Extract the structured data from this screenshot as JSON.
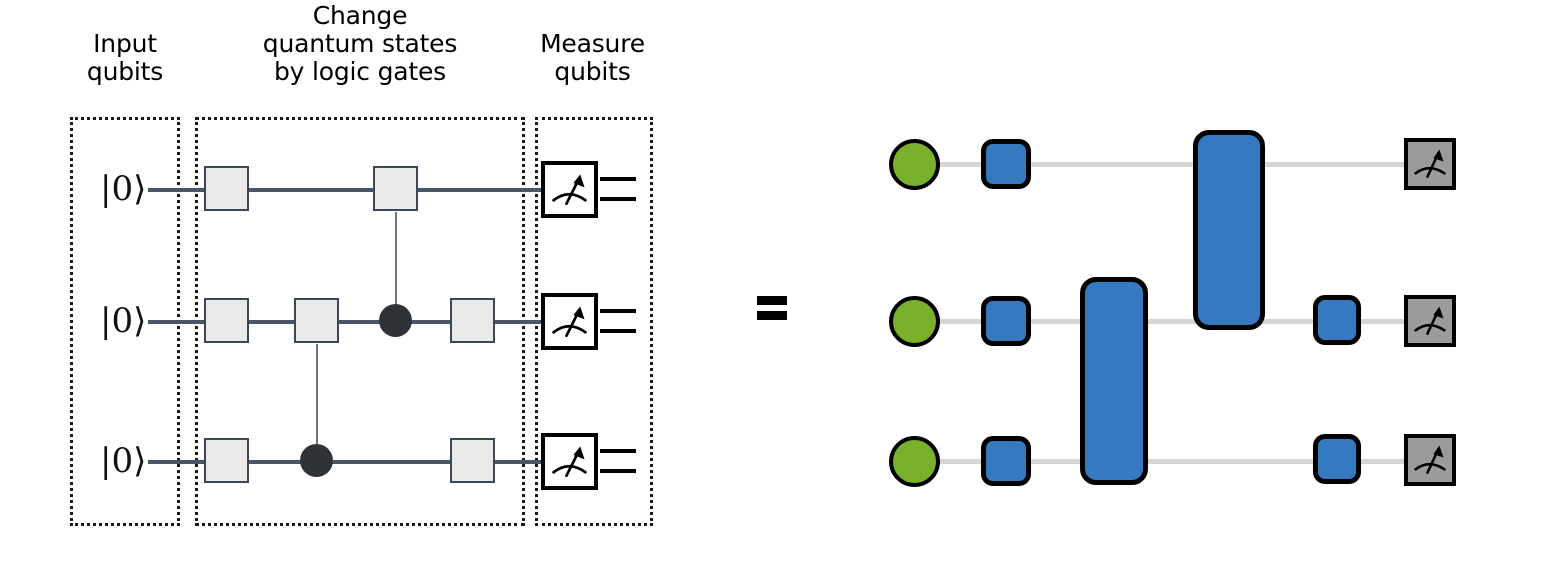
{
  "figure": {
    "type": "quantum-circuit-diagram",
    "equivalence_symbol": "="
  },
  "sections": [
    {
      "id": "input",
      "label": "Input\nqubits",
      "line1": "Input",
      "line2": "qubits",
      "line3": ""
    },
    {
      "id": "change",
      "label": "Change\nquantum states\nby logic gates",
      "line1": "Change",
      "line2": "quantum states",
      "line3": "by logic gates"
    },
    {
      "id": "measure",
      "label": "Measure\nqubits",
      "line1": "Measure",
      "line2": "qubits",
      "line3": ""
    }
  ],
  "left_circuit": {
    "qubit_label": "|0⟩",
    "qubits": [
      {
        "index": 0,
        "label": "|0⟩"
      },
      {
        "index": 1,
        "label": "|0⟩"
      },
      {
        "index": 2,
        "label": "|0⟩"
      }
    ],
    "gates": [
      {
        "name": "single-qubit-gate",
        "qubit": 0,
        "column": 0
      },
      {
        "name": "single-qubit-gate",
        "qubit": 0,
        "column": 2,
        "controls": [
          1
        ]
      },
      {
        "name": "single-qubit-gate",
        "qubit": 1,
        "column": 0
      },
      {
        "name": "single-qubit-gate",
        "qubit": 1,
        "column": 1,
        "controls": [
          2
        ]
      },
      {
        "name": "single-qubit-gate",
        "qubit": 1,
        "column": 3
      },
      {
        "name": "single-qubit-gate",
        "qubit": 2,
        "column": 0
      },
      {
        "name": "single-qubit-gate",
        "qubit": 2,
        "column": 3
      }
    ],
    "controls": [
      {
        "qubit": 1,
        "column": 2
      },
      {
        "qubit": 2,
        "column": 1
      }
    ],
    "measurements": [
      {
        "qubit": 0,
        "icon": "meter-icon"
      },
      {
        "qubit": 1,
        "icon": "meter-icon"
      },
      {
        "qubit": 2,
        "icon": "meter-icon"
      }
    ]
  },
  "right_circuit": {
    "initializers": [
      {
        "qubit": 0,
        "icon": "init-circle-icon"
      },
      {
        "qubit": 1,
        "icon": "init-circle-icon"
      },
      {
        "qubit": 2,
        "icon": "init-circle-icon"
      }
    ],
    "pulses": [
      {
        "name": "single-qubit-pulse",
        "qubits": [
          0
        ],
        "column": 0
      },
      {
        "name": "single-qubit-pulse",
        "qubits": [
          1
        ],
        "column": 0
      },
      {
        "name": "single-qubit-pulse",
        "qubits": [
          2
        ],
        "column": 0
      },
      {
        "name": "two-qubit-pulse",
        "qubits": [
          1,
          2
        ],
        "column": 1
      },
      {
        "name": "two-qubit-pulse",
        "qubits": [
          0,
          1
        ],
        "column": 2
      },
      {
        "name": "single-qubit-pulse",
        "qubits": [
          1
        ],
        "column": 3
      },
      {
        "name": "single-qubit-pulse",
        "qubits": [
          2
        ],
        "column": 3
      }
    ],
    "measurements": [
      {
        "qubit": 0,
        "icon": "meter-icon"
      },
      {
        "qubit": 1,
        "icon": "meter-icon"
      },
      {
        "qubit": 2,
        "icon": "meter-icon"
      }
    ]
  },
  "colors": {
    "gate_fill": "#e9e9e9",
    "gate_stroke": "#3d4654",
    "wire_left": "#4a5568",
    "wire_right": "#d6d6d6",
    "control_dot": "#2f3237",
    "init_green": "#7ab02c",
    "pulse_blue": "#3579c0",
    "measure_gray": "#9b9b9b",
    "outline_black": "#000000",
    "background": "#ffffff"
  }
}
